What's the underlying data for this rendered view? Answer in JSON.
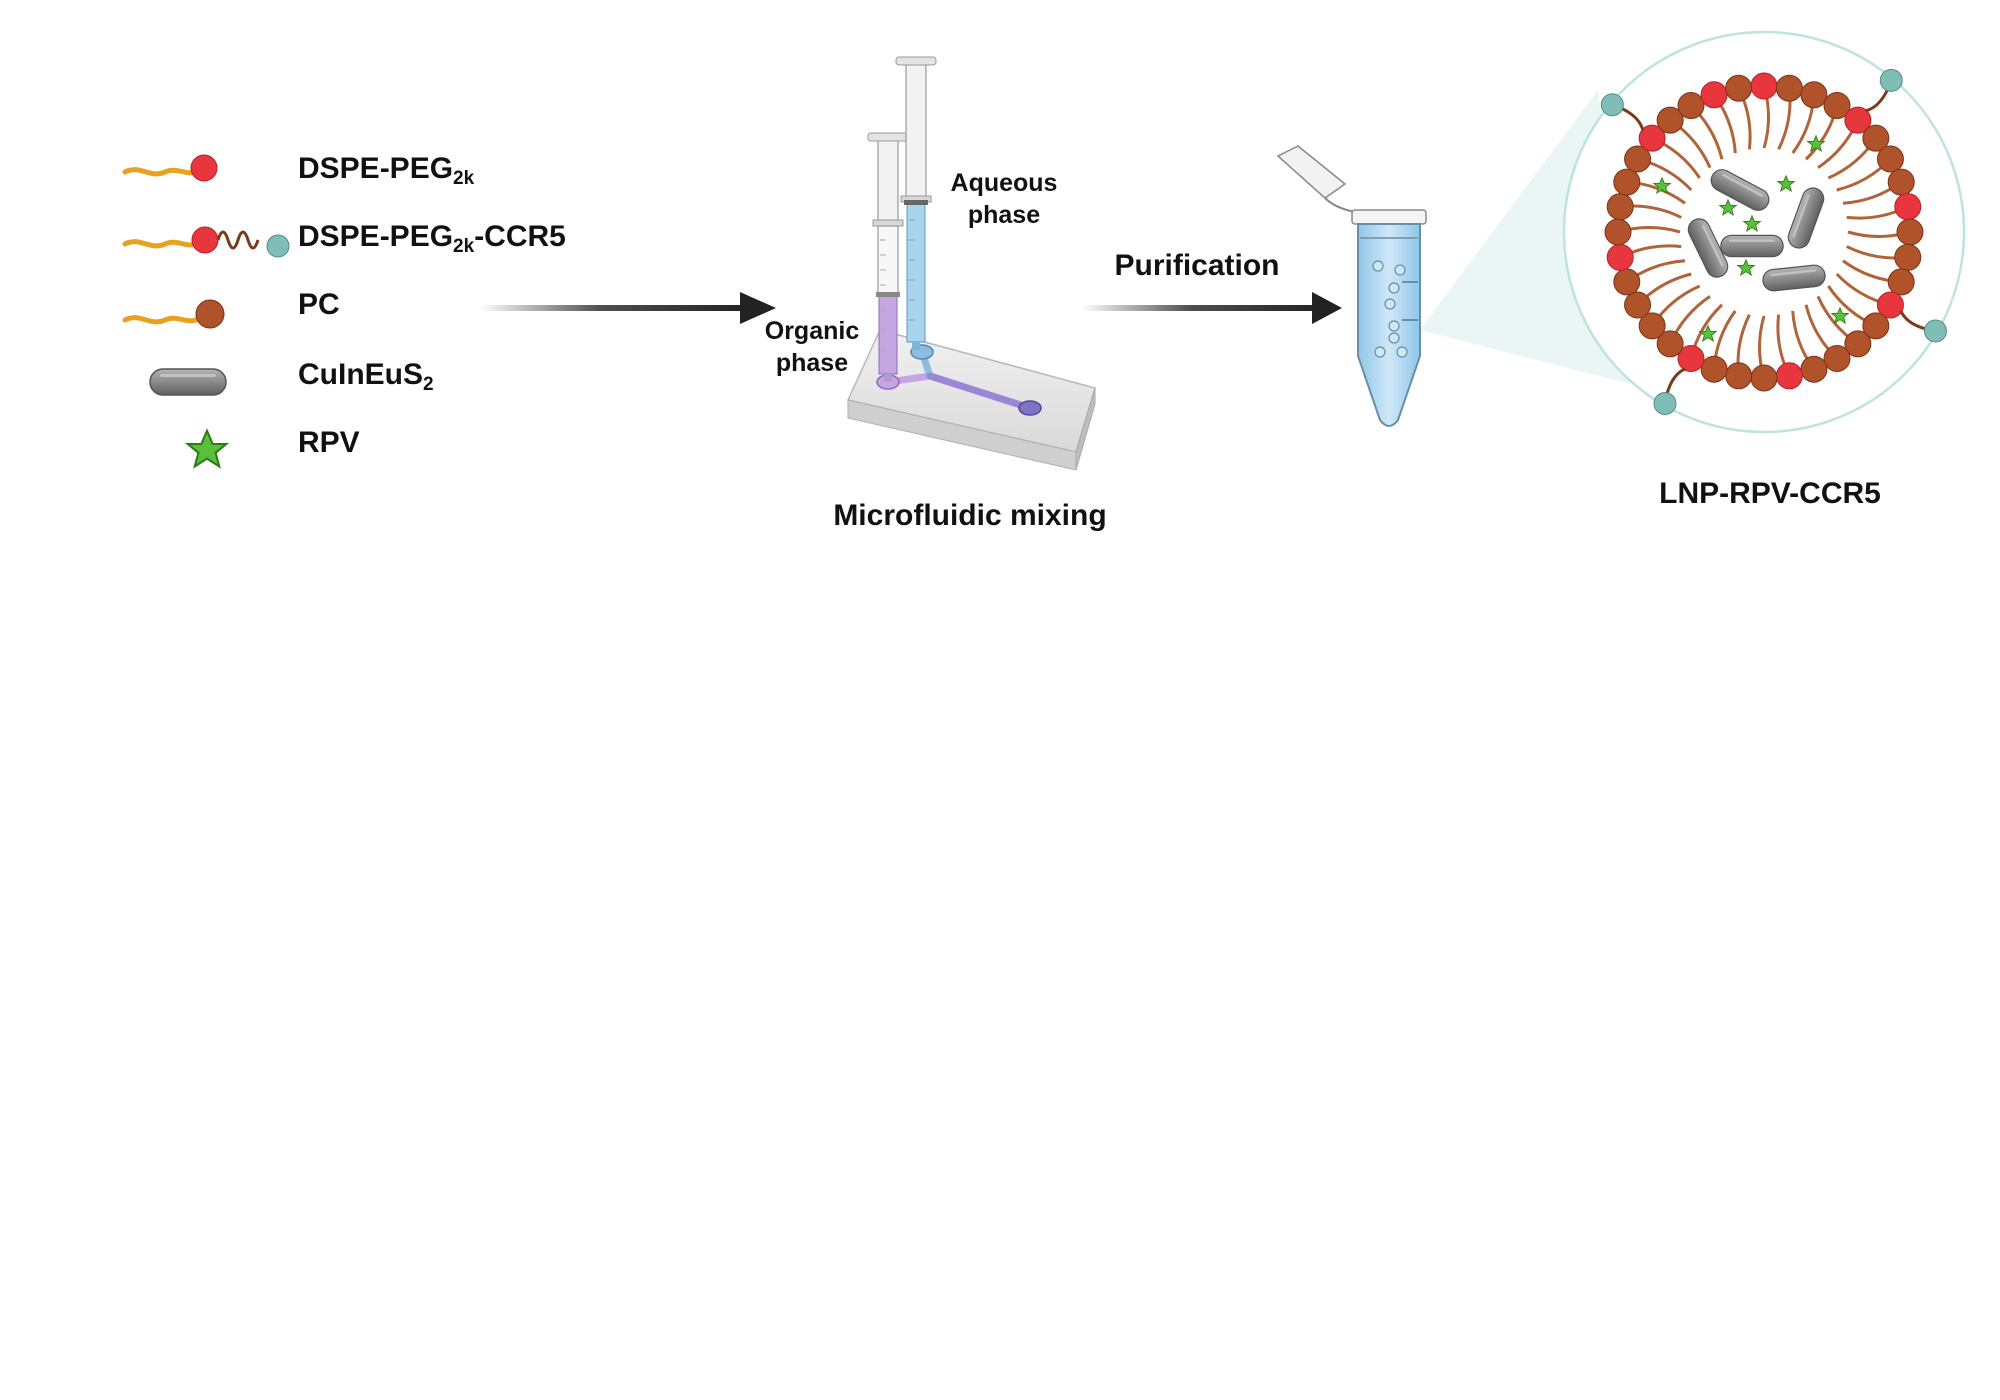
{
  "legend": {
    "items": [
      {
        "id": "dspe-peg",
        "label": "DSPE-PEG",
        "sub": "2k",
        "suffix": "",
        "icon": "lipid-red-head-icon"
      },
      {
        "id": "dspe-peg-ccr5",
        "label": "DSPE-PEG",
        "sub": "2k",
        "suffix": "-CCR5",
        "icon": "lipid-red-head-ccr5-icon"
      },
      {
        "id": "pc",
        "label": "PC",
        "sub": "",
        "suffix": "",
        "icon": "lipid-brown-head-icon"
      },
      {
        "id": "quantum-rod",
        "label": "CuInEuS",
        "sub": "2",
        "suffix": "",
        "icon": "nanorod-icon"
      },
      {
        "id": "rpv",
        "label": "RPV",
        "sub": "",
        "suffix": "",
        "icon": "green-star-icon"
      }
    ]
  },
  "mixing": {
    "aqueous_line1": "Aqueous",
    "aqueous_line2": "phase",
    "organic_line1": "Organic",
    "organic_line2": "phase",
    "caption": "Microfluidic mixing"
  },
  "purification": {
    "label": "Purification"
  },
  "product": {
    "caption": "LNP-RPV-CCR5"
  },
  "colors": {
    "peg_tail": "#E8A21E",
    "red_head": "#E8363F",
    "brown_head": "#B0522A",
    "ccr5_ball": "#7FBDB6",
    "rod": "#8C8C8C",
    "star": "#5CBF3A",
    "aqueous": "#A9D4EE",
    "organic": "#C6A6E2",
    "arrow": "#222222"
  }
}
